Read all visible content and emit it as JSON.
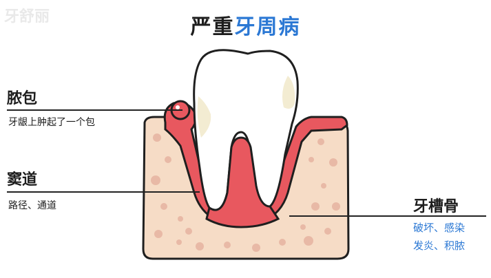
{
  "watermark": "牙舒丽",
  "title": {
    "part1": "严重",
    "part2": "牙周病"
  },
  "labels": {
    "abscess": {
      "title": "脓包",
      "desc": "牙龈上肿起了一个包"
    },
    "sinus": {
      "title": "窦道",
      "desc": "路径、通道"
    },
    "alveolar": {
      "title": "牙槽骨",
      "desc1": "破坏、感染",
      "desc2": "发炎、积脓"
    }
  },
  "colors": {
    "accent": "#2b78d4",
    "gum": "#e8585f",
    "bone": "#f6dcc6",
    "bone_spot": "#e8b9a6",
    "outline": "#1f1f1f",
    "tooth": "#ffffff",
    "plaque": "#f3ecd2"
  }
}
